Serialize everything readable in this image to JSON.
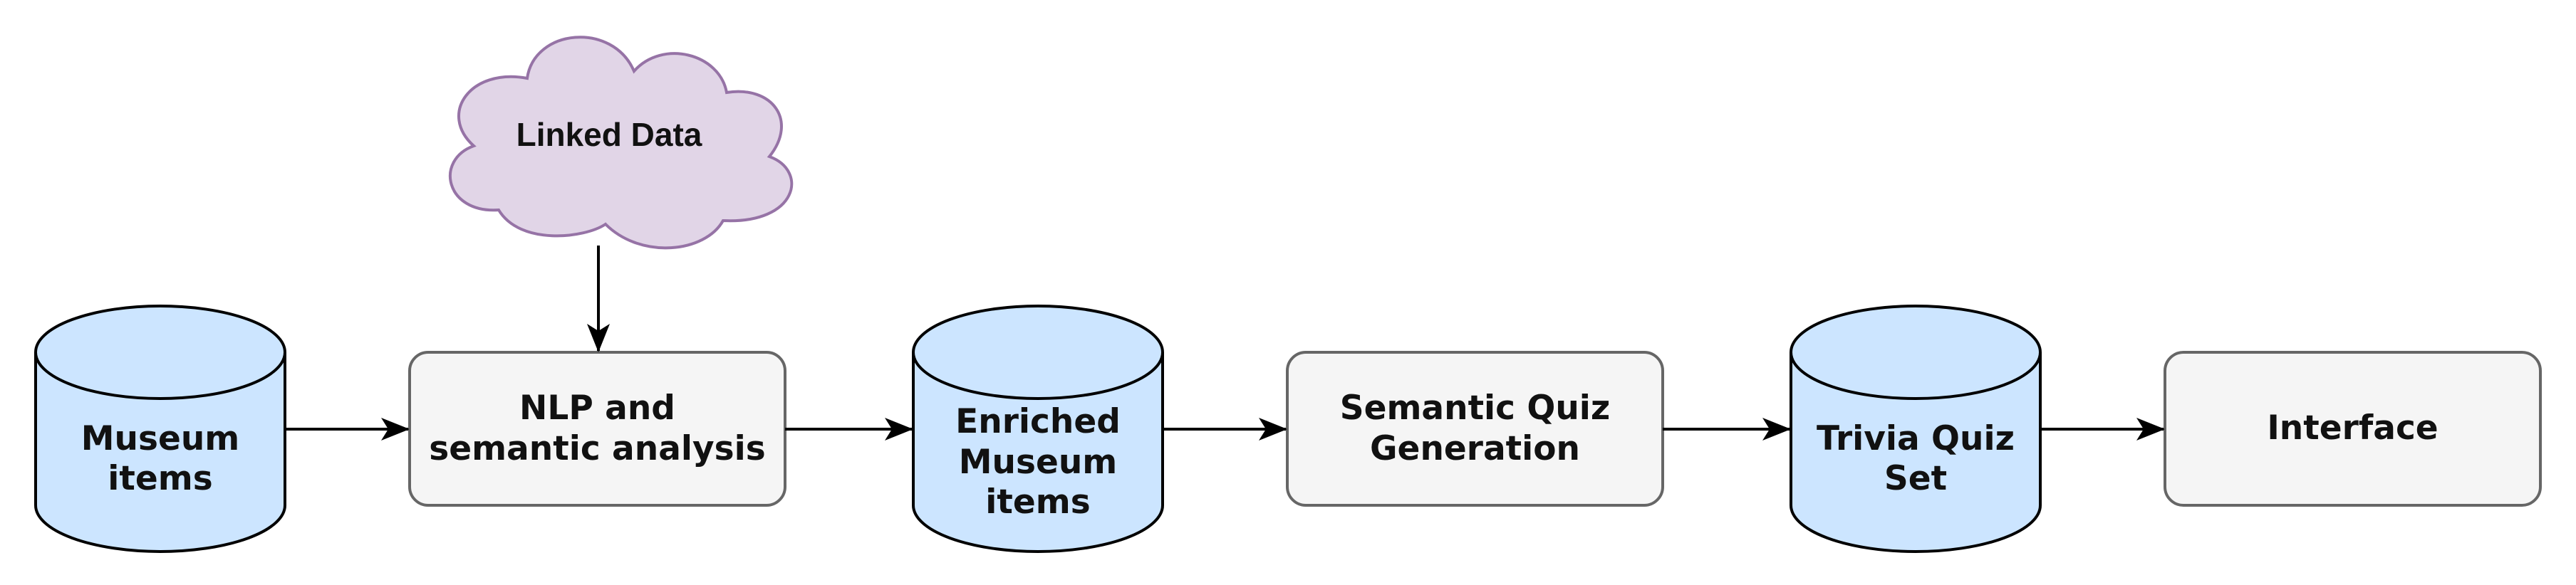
{
  "nodes": {
    "linked_data": {
      "label": "Linked Data"
    },
    "museum_items": {
      "line1": "Museum",
      "line2": "items"
    },
    "nlp": {
      "line1": "NLP and",
      "line2": "semantic analysis"
    },
    "enriched": {
      "line1": "Enriched",
      "line2": "Museum",
      "line3": "items"
    },
    "quiz_gen": {
      "line1": "Semantic Quiz",
      "line2": "Generation"
    },
    "trivia": {
      "line1": "Trivia Quiz",
      "line2": "Set"
    },
    "interface": {
      "label": "Interface"
    }
  },
  "colors": {
    "cylinder_fill": "#cce5ff",
    "box_fill": "#f5f5f5",
    "box_stroke": "#666666",
    "cloud_fill": "#e1d5e7",
    "cloud_stroke": "#9673a6",
    "edge": "#000000"
  }
}
